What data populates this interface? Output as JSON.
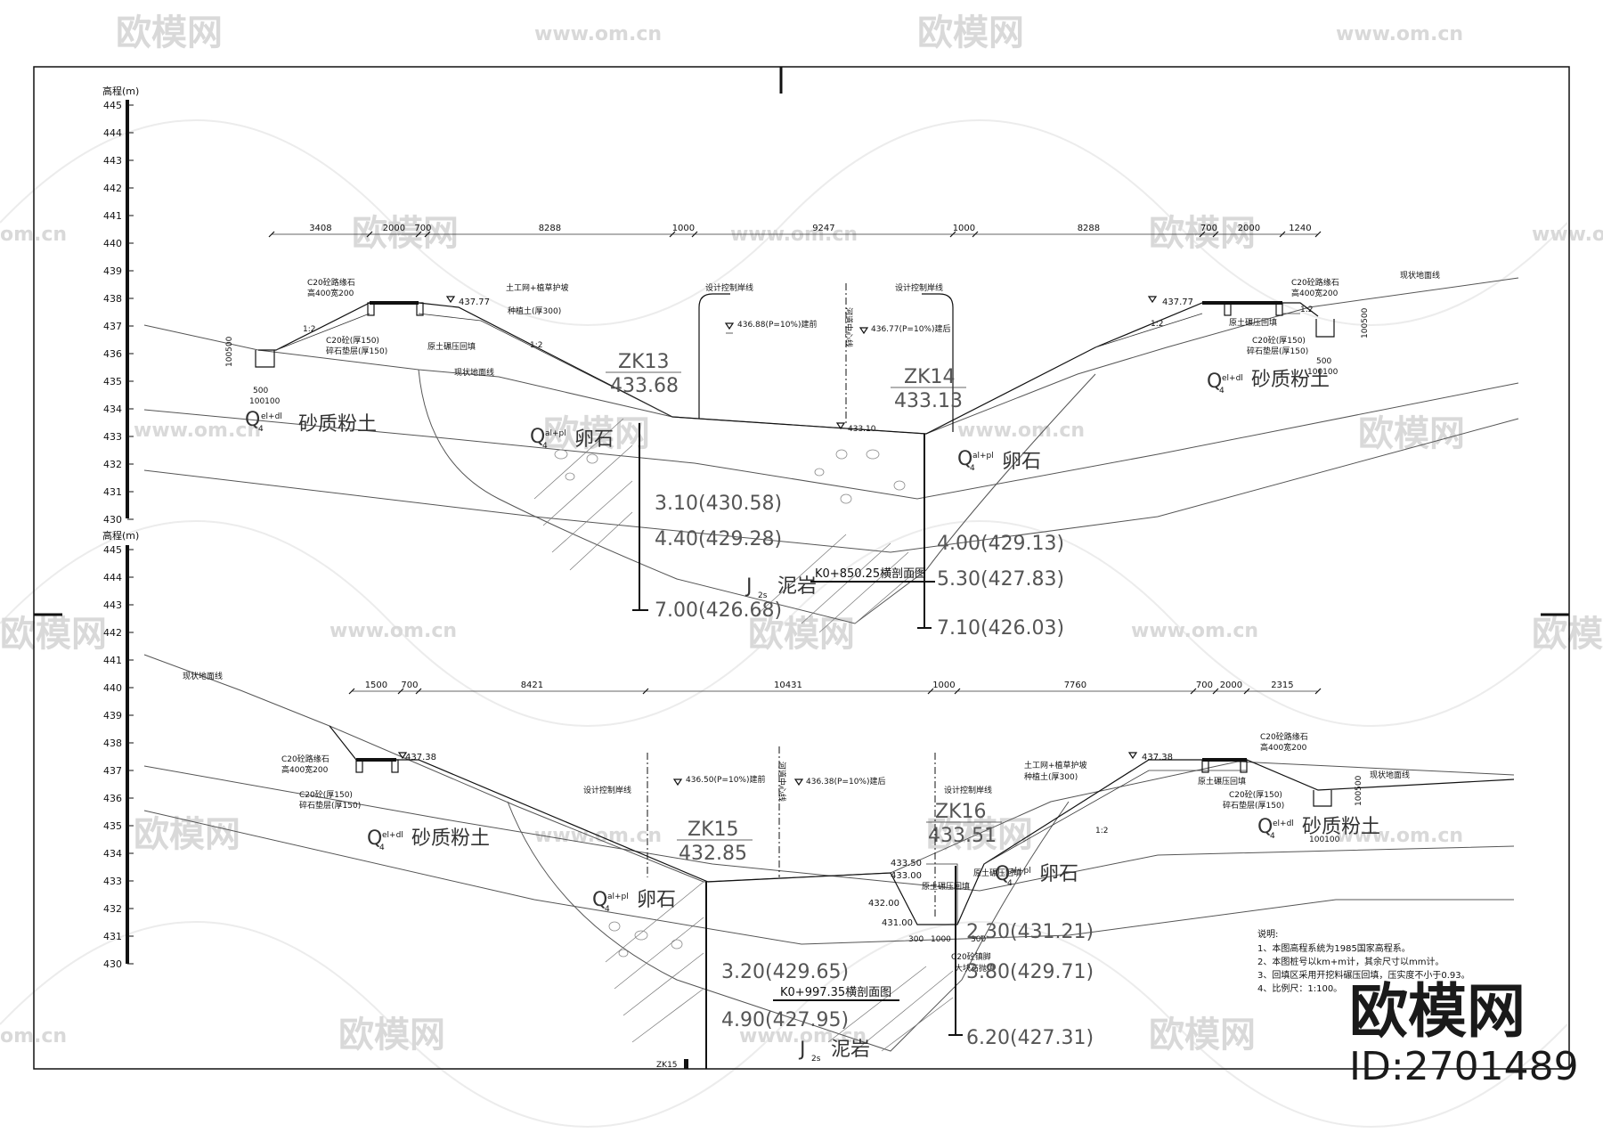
{
  "watermarks": {
    "brand": "欧模网",
    "url": "www.om.cn",
    "url_short": "om.cn",
    "id": "ID:2701489"
  },
  "common": {
    "elev_unit": "高程(m)",
    "axis_ticks": [
      "445",
      "444",
      "443",
      "442",
      "441",
      "440",
      "439",
      "438",
      "437",
      "436",
      "435",
      "434",
      "433",
      "432",
      "431",
      "430"
    ],
    "design_control_line": "设计控制岸线",
    "river_center": "河道中心线",
    "existing_ground": "现状地面线",
    "fill": "原土碾压回填",
    "ratio": "1:2",
    "c20_curb": "C20砼路缘石",
    "curb_size": "高400宽200",
    "c20_concrete": "C20砼(厚150)",
    "gravel": "碎石垫层(厚150)",
    "geo_slope": "土工网+植草护坡",
    "topsoil": "种植土(厚300)",
    "c20_toe": "C20砼镇脚",
    "stone_fill": "大块石抛填",
    "ditch_w": "500",
    "ditch_h": "100500",
    "ditch_sides": "100100"
  },
  "soils": {
    "silt": "砂质粉土",
    "cobble": "卵石",
    "mudstone": "泥岩",
    "q_el_dl": "el+dl",
    "q_al_pl": "al+pl",
    "q_base": "Q",
    "q_sub": "4",
    "j_base": "J",
    "j_sub": "2s"
  },
  "section1": {
    "title": "K0+850.25横剖面图",
    "dims": [
      "3408",
      "2000",
      "700",
      "8288",
      "1000",
      "9247",
      "1000",
      "8288",
      "700",
      "2000",
      "1240"
    ],
    "elev_left": "437.77",
    "elev_right": "437.77",
    "flood_left": "436.88(P=10%)建前",
    "flood_right": "436.77(P=10%)建后",
    "bed_elev": "433.10",
    "bh1": {
      "id": "ZK13",
      "elev": "433.68",
      "d1": "3.10(430.58)",
      "d2": "4.40(429.28)",
      "d3": "7.00(426.68)"
    },
    "bh2": {
      "id": "ZK14",
      "elev": "433.13",
      "d1": "4.00(429.13)",
      "d2": "5.30(427.83)",
      "d3": "7.10(426.03)"
    }
  },
  "section2": {
    "title": "K0+997.35横剖面图",
    "dims": [
      "1500",
      "700",
      "8421",
      "10431",
      "1000",
      "7760",
      "700",
      "2000",
      "2315"
    ],
    "elev_left": "437.38",
    "elev_right": "437.38",
    "flood_left": "436.50(P=10%)建前",
    "flood_right": "436.38(P=10%)建后",
    "e1": "433.50",
    "e2": "433.00",
    "e3": "432.00",
    "e4": "431.00",
    "toe_dims": [
      "300",
      "1000",
      "300"
    ],
    "bh1": {
      "id": "ZK15",
      "elev": "432.85",
      "d1": "3.20(429.65)",
      "d2": "4.90(427.95)",
      "tag": "ZK15"
    },
    "bh2": {
      "id": "ZK16",
      "elev": "433.51",
      "d1": "2.30(431.21)",
      "d2": "3.80(429.71)",
      "d3": "6.20(427.31)"
    }
  },
  "notes": {
    "title": "说明:",
    "items": [
      "1、本图高程系统为1985国家高程系。",
      "2、本图桩号以km+m计，其余尺寸以mm计。",
      "3、回填区采用开挖料碾压回填，压实度不小于0.93。",
      "4、比例尺：1:100。"
    ]
  }
}
